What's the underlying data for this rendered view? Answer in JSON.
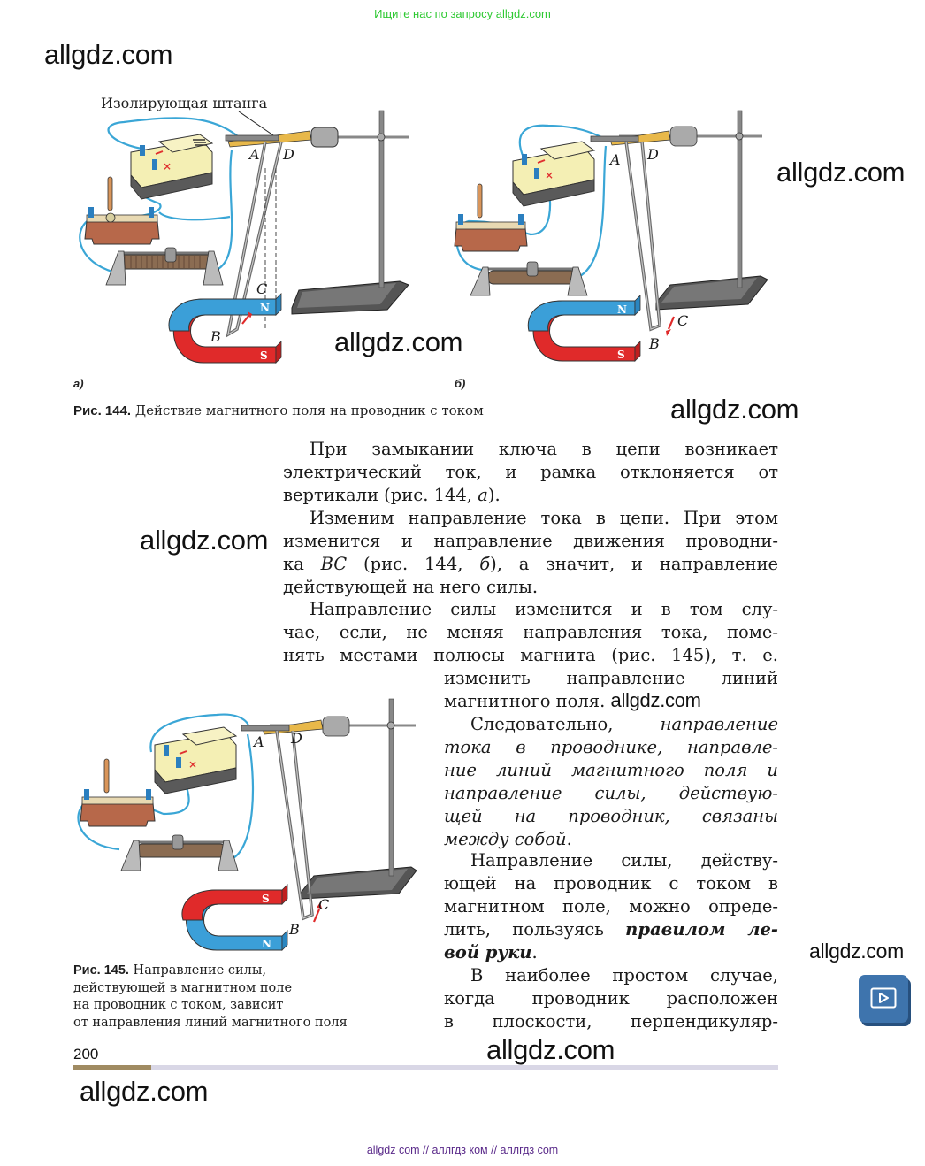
{
  "header": {
    "search_note": "Ищите нас по запросу allgdz.com"
  },
  "watermarks": [
    {
      "id": "wm-top-left",
      "text": "allgdz.com"
    },
    {
      "id": "wm-right-fig144b",
      "text": "allgdz.com"
    },
    {
      "id": "wm-fig144a",
      "text": "allgdz.com"
    },
    {
      "id": "wm-caption-right",
      "text": "allgdz.com"
    },
    {
      "id": "wm-left-mid",
      "text": "allgdz.com"
    },
    {
      "id": "wm-inline",
      "text": "allgdz.com"
    },
    {
      "id": "wm-right-bottom",
      "text": "allgdz.com"
    },
    {
      "id": "wm-bottom-center",
      "text": "allgdz.com"
    },
    {
      "id": "wm-bottom-left",
      "text": "allgdz.com"
    }
  ],
  "figure144": {
    "callout": "Изолирующая штанга",
    "panel_a": {
      "letter": "а)",
      "labels": {
        "A": "A",
        "D": "D",
        "C": "C",
        "B": "B",
        "N": "N",
        "S": "S"
      }
    },
    "panel_b": {
      "letter": "б)",
      "labels": {
        "A": "A",
        "D": "D",
        "C": "C",
        "B": "B",
        "N": "N",
        "S": "S"
      }
    },
    "caption_num": "Рис. 144.",
    "caption_text": "Действие магнитного поля на проводник с током"
  },
  "figure145": {
    "labels": {
      "A": "A",
      "D": "D",
      "C": "C",
      "B": "B",
      "N": "N",
      "S": "S"
    },
    "caption_num": "Рис. 145.",
    "caption_lines": [
      "Направление силы,",
      "действующей в магнитном поле",
      "на проводник с током, зависит",
      "от направления линий магнитного поля"
    ]
  },
  "body_text": {
    "p1": [
      "При замыкании ключа в цепи возникает",
      "электрический ток, и рамка отклоняется от",
      "вертикали (рис. 144, ",
      "а",
      ")."
    ],
    "p2": {
      "l1": "Изменим направление тока в цепи. При этом",
      "l2": "изменится и направление движения проводни-",
      "l3_pre": "ка ",
      "l3_it": "BC",
      "l3_mid": " (рис. 144, ",
      "l3_it2": "б",
      "l3_post": "), а значит, и направление",
      "l4": "действующей на него силы."
    },
    "p3": {
      "l1": "Направление силы изменится и в том слу-",
      "l2": "чае, если, не меняя направления тока, поме-",
      "l3": "нять местами полюсы магнита (рис. 145), т. е.",
      "l4": "изменить направление линий",
      "l5": "магнитного поля."
    },
    "p4": {
      "l1_pre": "Следовательно, ",
      "l1_it": "направление",
      "l2": "тока в проводнике, направле-",
      "l3": "ние линий магнитного поля и",
      "l4": "направление силы, действую-",
      "l5": "щей на проводник, связаны",
      "l6": "между собой",
      "l6_post": "."
    },
    "p5": {
      "l1": "Направление силы, действу-",
      "l2": "ющей на проводник с током в",
      "l3": "магнитном поле, можно опреде-",
      "l4_pre": "лить, пользуясь ",
      "l4_bi": "правилом ле-",
      "l5_bi": "вой руки",
      "l5_post": "."
    },
    "p6": {
      "l1": "В наиболее простом случае,",
      "l2": "когда проводник расположен",
      "l3": "в плоскости, перпендикуляр-"
    }
  },
  "footer": {
    "page_number": "200",
    "mirror_links": "allgdz com  //  аллгдз ком  //  аллгдз com"
  },
  "video_button": {
    "icon": "play-video-icon"
  },
  "colors": {
    "search_note": "#2fc933",
    "wire": "#3aa6d6",
    "magnet_north": "#3b9fd8",
    "magnet_south": "#e02a2a",
    "battery_body": "#f4efb4",
    "rule_gold": "#a08b62",
    "rule_grey": "#d9d7e6",
    "video_button": "#3e74ad",
    "mirror_links": "#5a2a8a"
  }
}
